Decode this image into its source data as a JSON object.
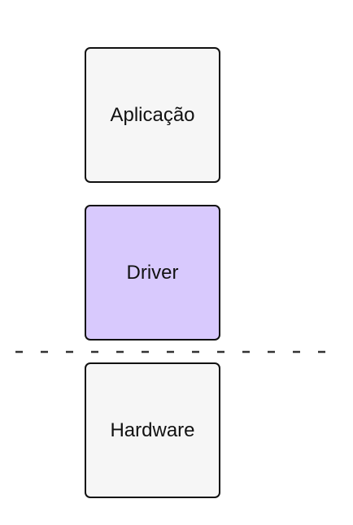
{
  "layers": [
    {
      "label": "Aplicação",
      "fill": "#f6f6f6"
    },
    {
      "label": "Driver",
      "fill": "#d8c9fd"
    },
    {
      "label": "Hardware",
      "fill": "#f6f6f6"
    }
  ],
  "colors": {
    "stroke": "#111111",
    "text": "#111111",
    "divider": "#333333",
    "background": "#ffffff"
  }
}
